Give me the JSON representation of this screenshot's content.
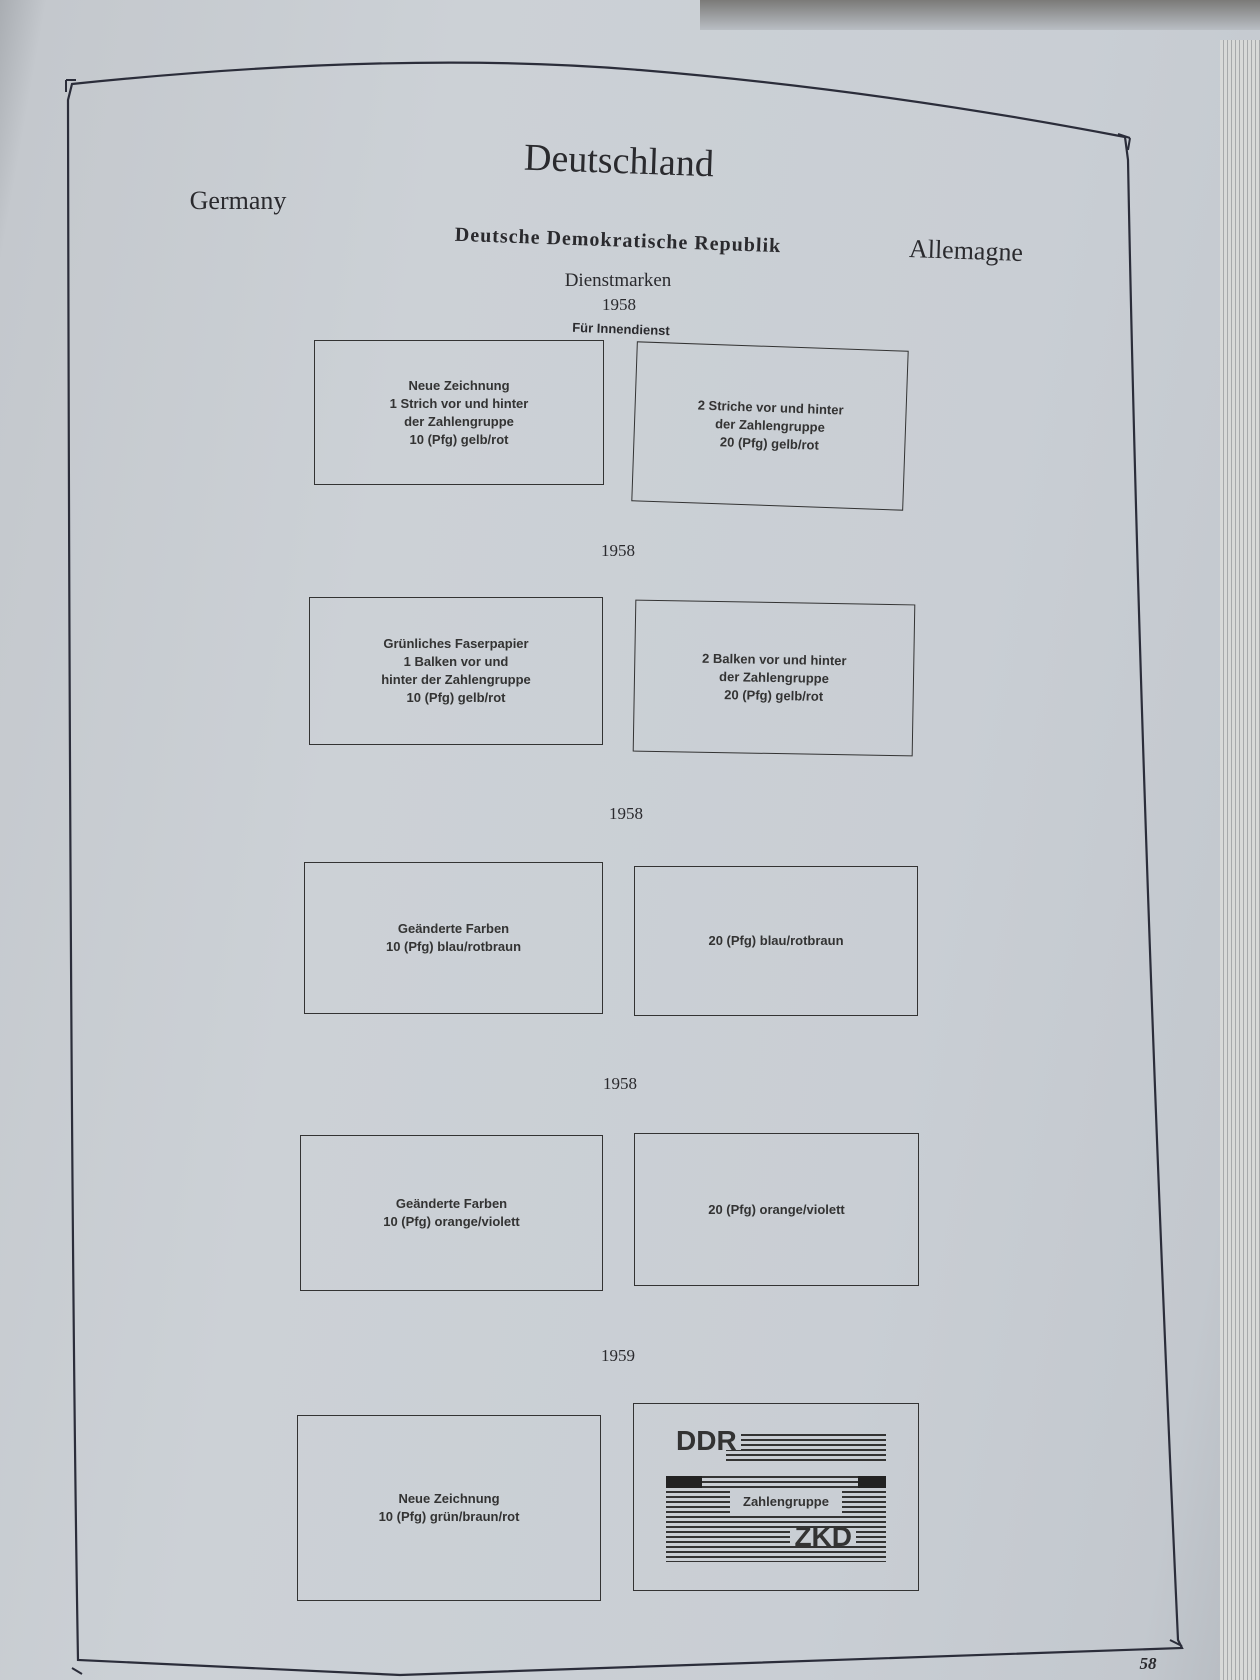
{
  "header": {
    "title": "Deutschland",
    "left": "Germany",
    "right": "Allemagne",
    "subtitle": "Deutsche Demokratische Republik",
    "section": "Dienstmarken",
    "year": "1958",
    "subsection": "Für Innendienst"
  },
  "rows": [
    {
      "year": "1958",
      "left": "Neue Zeichnung\n1 Strich vor und hinter\nder Zahlengruppe\n10 (Pfg) gelb/rot",
      "right": "2 Striche vor und hinter\nder Zahlengruppe\n20 (Pfg) gelb/rot"
    },
    {
      "year": "1958",
      "left": "Grünliches Faserpapier\n1 Balken vor und\nhinter der Zahlengruppe\n10 (Pfg) gelb/rot",
      "right": "2 Balken vor und hinter\nder Zahlengruppe\n20 (Pfg) gelb/rot"
    },
    {
      "year": "1958",
      "left": "Geänderte Farben\n10 (Pfg) blau/rotbraun",
      "right": "20 (Pfg) blau/rotbraun"
    },
    {
      "year": "1958",
      "left": "Geänderte Farben\n10 (Pfg) orange/violett",
      "right": "20 (Pfg) orange/violett"
    },
    {
      "year": "1959",
      "left": "Neue Zeichnung\n10 (Pfg) grün/braun/rot",
      "right_logo": {
        "top": "DDR",
        "middle": "Zahlengruppe",
        "bottom": "ZKD"
      }
    }
  ],
  "page_number": "58"
}
